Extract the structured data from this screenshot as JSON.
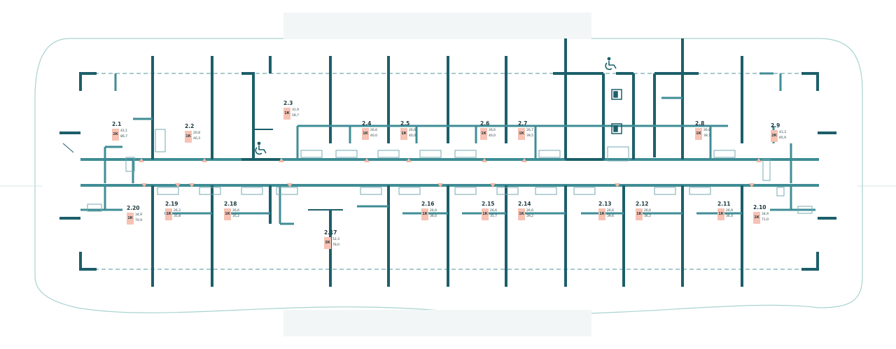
{
  "colors": {
    "wall_dark": "#1c5f6a",
    "wall_mid": "#3f8d96",
    "wall_light": "#74aab0",
    "outline": "#a7d3cf",
    "badge": "#f6c2b4",
    "marker": "#f2b7a5"
  },
  "icons": [
    "wheelchair-icon",
    "elevator-icon",
    "direction-marker-icon"
  ],
  "units": [
    {
      "id": "2.1",
      "type": "2К",
      "area_living": "42,1",
      "area_total": "86,7"
    },
    {
      "id": "2.2",
      "type": "1К",
      "area_living": "20,8",
      "area_total": "40,3"
    },
    {
      "id": "2.3",
      "type": "1К",
      "area_living": "31,9",
      "area_total": "58,7"
    },
    {
      "id": "2.4",
      "type": "1К",
      "area_living": "26,6",
      "area_total": "40,0"
    },
    {
      "id": "2.5",
      "type": "1К",
      "area_living": "26,6",
      "area_total": "40,0"
    },
    {
      "id": "2.6",
      "type": "1К",
      "area_living": "26,6",
      "area_total": "40,0"
    },
    {
      "id": "2.7",
      "type": "1К",
      "area_living": "26,7",
      "area_total": "39,5"
    },
    {
      "id": "2.8",
      "type": "1К",
      "area_living": "26,6",
      "area_total": "39,7"
    },
    {
      "id": "2.9",
      "type": "2К",
      "area_living": "41,3",
      "area_total": "85,9"
    },
    {
      "id": "2.10",
      "type": "1К",
      "area_living": "34,9",
      "area_total": "71,0"
    },
    {
      "id": "2.11",
      "type": "1К",
      "area_living": "26,9",
      "area_total": "36,4"
    },
    {
      "id": "2.12",
      "type": "1К",
      "area_living": "26,6",
      "area_total": "36,2"
    },
    {
      "id": "2.13",
      "type": "1К",
      "area_living": "26,6",
      "area_total": "39,6"
    },
    {
      "id": "2.14",
      "type": "1К",
      "area_living": "26,6",
      "area_total": "39,2"
    },
    {
      "id": "2.15",
      "type": "1К",
      "area_living": "26,6",
      "area_total": "35,7"
    },
    {
      "id": "2.16",
      "type": "1К",
      "area_living": "26,9",
      "area_total": "36,0"
    },
    {
      "id": "2.17",
      "type": "3К",
      "area_living": "52,3",
      "area_total": "78,0"
    },
    {
      "id": "2.18",
      "type": "1К",
      "area_living": "26,6",
      "area_total": "35,2"
    },
    {
      "id": "2.19",
      "type": "1К",
      "area_living": "26,3",
      "area_total": "35,8"
    },
    {
      "id": "2.20",
      "type": "1К",
      "area_living": "34,9",
      "area_total": "70,9"
    }
  ]
}
